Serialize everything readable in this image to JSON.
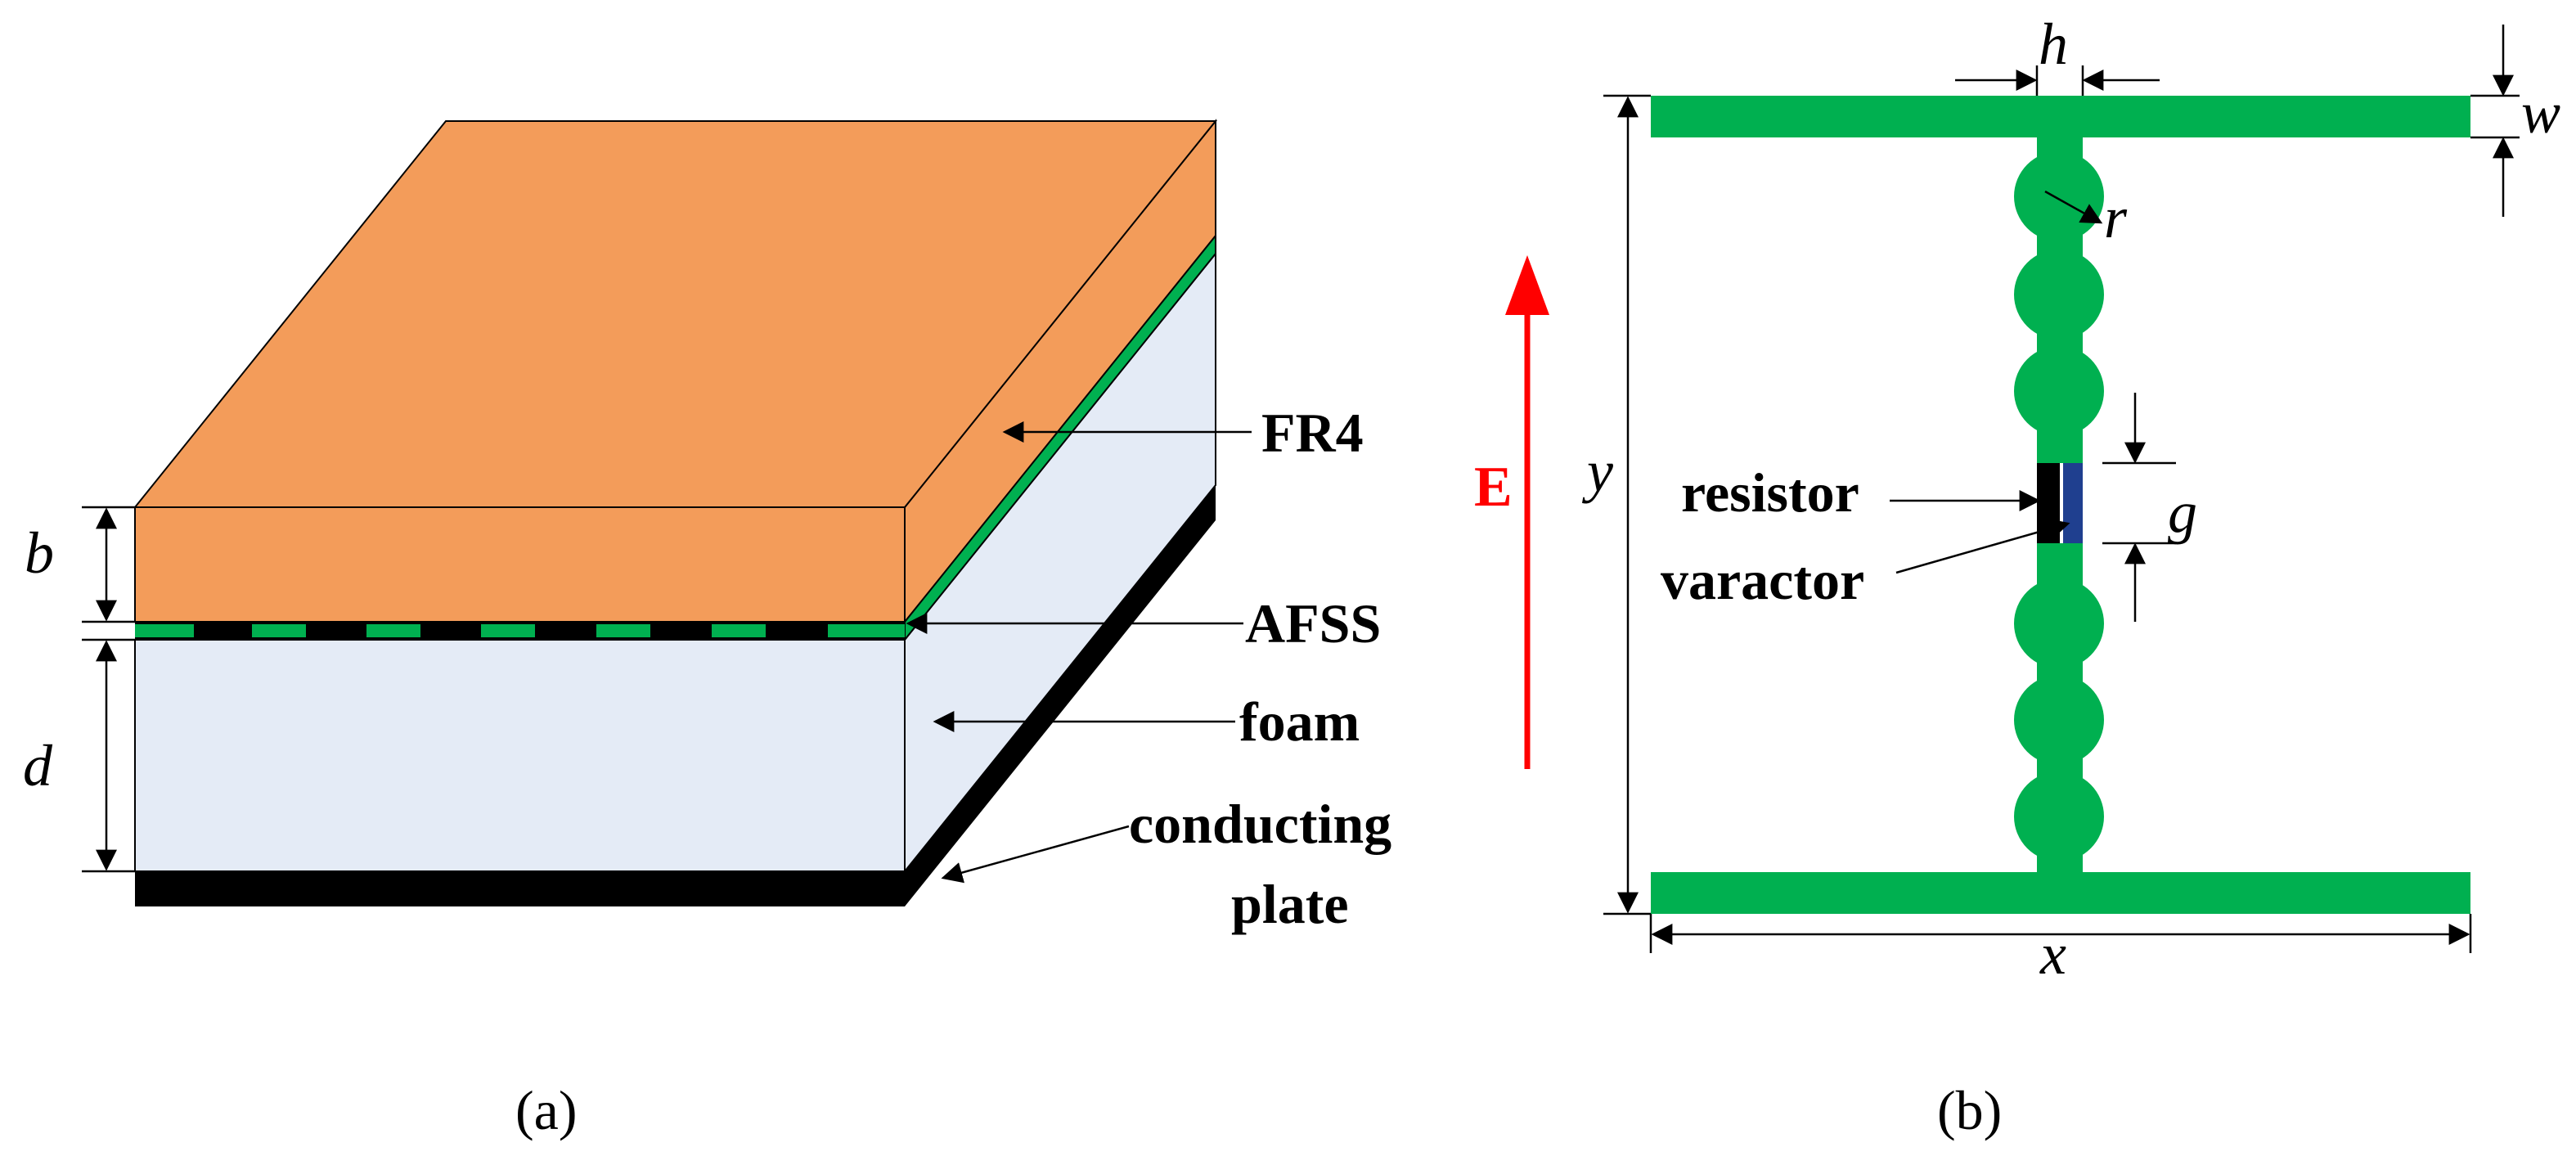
{
  "panel_a": {
    "caption": "(a)",
    "labels": {
      "fr4": "FR4",
      "afss": "AFSS",
      "foam": "foam",
      "conducting_line1": "conducting",
      "conducting_line2": "plate"
    },
    "dims": {
      "b": "b",
      "d": "d"
    }
  },
  "panel_b": {
    "caption": "(b)",
    "field_label": "E",
    "labels": {
      "resistor": "resistor",
      "varactor": "varactor"
    },
    "dims": {
      "h": "h",
      "w": "w",
      "r": "r",
      "y": "y",
      "g": "g",
      "x": "x"
    }
  },
  "colors": {
    "fr4": "#f39c5a",
    "fr4_side": "#f39c5a",
    "foam": "#e4ebf6",
    "copper_green": "#00b050",
    "plate": "#000000",
    "field_arrow": "#ff0000",
    "varactor": "#1f3f8f"
  }
}
